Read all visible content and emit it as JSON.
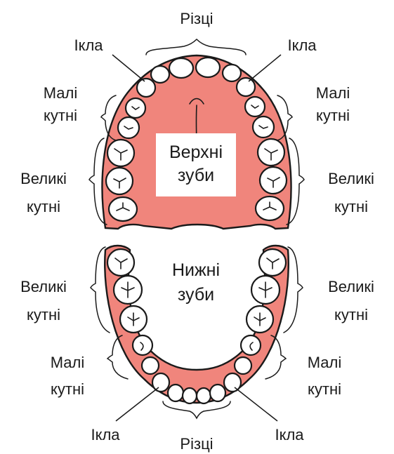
{
  "upper": {
    "title_line1": "Верхні",
    "title_line2": "зуби",
    "incisors": "Різці",
    "canine_left": "Ікла",
    "canine_right": "Ікла",
    "premolars_left_1": "Малі",
    "premolars_left_2": "кутні",
    "premolars_right_1": "Малі",
    "premolars_right_2": "кутні",
    "molars_left_1": "Великі",
    "molars_left_2": "кутні",
    "molars_right_1": "Великі",
    "molars_right_2": "кутні"
  },
  "lower": {
    "title_line1": "Нижні",
    "title_line2": "зуби",
    "incisors": "Різці",
    "canine_left": "Ікла",
    "canine_right": "Ікла",
    "premolars_left_1": "Малі",
    "premolars_left_2": "кутні",
    "premolars_right_1": "Малі",
    "premolars_right_2": "кутні",
    "molars_left_1": "Великі",
    "molars_left_2": "кутні",
    "molars_right_1": "Великі",
    "molars_right_2": "кутні"
  },
  "colors": {
    "gum": "#f0857c",
    "tooth": "#ffffff",
    "outline": "#1a1a1a"
  }
}
